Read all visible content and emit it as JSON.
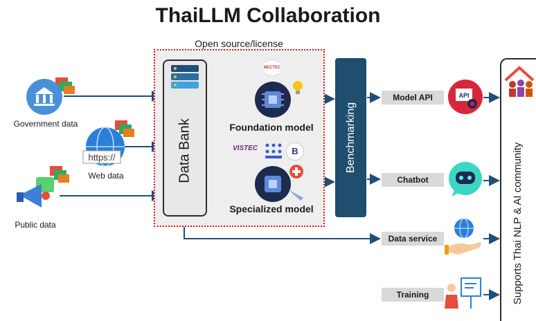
{
  "title": "ThaiLLM Collaboration",
  "open_source_label": "Open source/license",
  "data_sources": [
    {
      "label": "Government data",
      "icon": "government-building-icon"
    },
    {
      "label": "Web data",
      "icon": "globe-https-icon"
    },
    {
      "label": "Public data",
      "icon": "megaphone-icon"
    }
  ],
  "data_bank_label": "Data Bank",
  "foundation_model_label": "Foundation model",
  "specialized_model_label": "Specialized model",
  "benchmarking_label": "Benchmarking",
  "https_label": "https://",
  "logos": {
    "nectec": "NECTEC",
    "vistec": "VISTEC",
    "scb": "B"
  },
  "outputs": [
    {
      "label": "Model API",
      "icon": "api-gear-icon"
    },
    {
      "label": "Chatbot",
      "icon": "robot-icon"
    },
    {
      "label": "Data service",
      "icon": "hand-globe-icon"
    },
    {
      "label": "Training",
      "icon": "presenter-board-icon"
    }
  ],
  "api_badge": "API",
  "community_label": "Supports Thai NLP & AI community",
  "colors": {
    "arrow": "#1f4e79",
    "benchmark": "#1f4e6e",
    "dotted_border": "#e0191b"
  }
}
